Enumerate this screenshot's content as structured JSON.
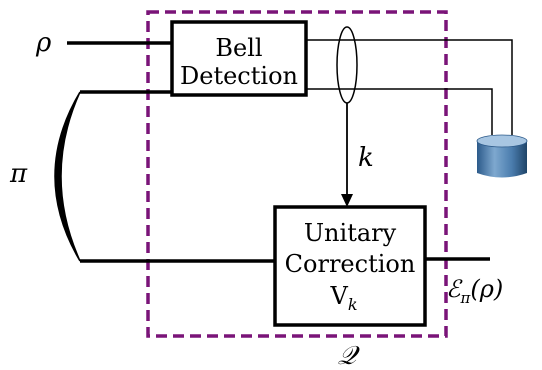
{
  "colors": {
    "frame": "#7a1478",
    "line": "#000000",
    "detector": "#3f73a6"
  },
  "labels": {
    "input_state": "ρ",
    "entangled_resource": "π",
    "classical_outcome": "k",
    "output_state_main": "ℰ",
    "output_state_sub": "π",
    "output_state_arg": "(ρ)",
    "operation_name": "𝒬"
  },
  "bell_box": {
    "line1": "Bell",
    "line2": "Detection"
  },
  "unitary_box": {
    "line1": "Unitary",
    "line2": "Correction",
    "line3_main": "V",
    "line3_sub": "k"
  },
  "icons": {
    "detector": "detector-cylinder-icon",
    "entanglement_link": "entanglement-arc-icon"
  }
}
